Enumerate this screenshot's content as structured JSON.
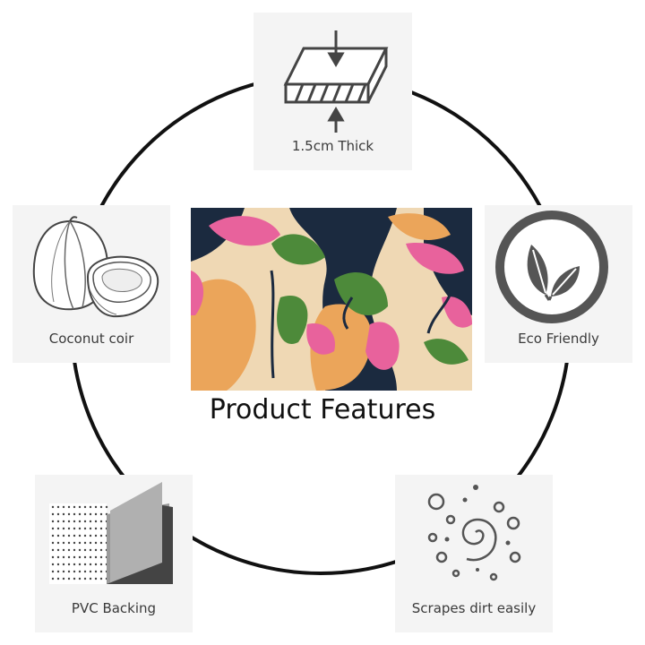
{
  "title": "Product Features",
  "features": {
    "thickness": {
      "label": "1.5cm Thick",
      "icon": "mat-thickness-icon"
    },
    "coir": {
      "label": "Coconut coir",
      "icon": "coconut-icon"
    },
    "eco": {
      "label": "Eco Friendly",
      "icon": "leaf-icon"
    },
    "pvc": {
      "label": "PVC Backing",
      "icon": "pvc-backing-icon"
    },
    "scrape": {
      "label": "Scrapes dirt easily",
      "icon": "dirt-swirl-icon"
    }
  },
  "colors": {
    "ring": "#111111",
    "card_bg": "#f4f4f4",
    "icon": "#555555",
    "mat_navy": "#1b2a3f",
    "mat_pink": "#e8629c",
    "mat_orange": "#eba55a",
    "mat_green": "#4d8a3a",
    "mat_cream": "#efd8b4"
  }
}
